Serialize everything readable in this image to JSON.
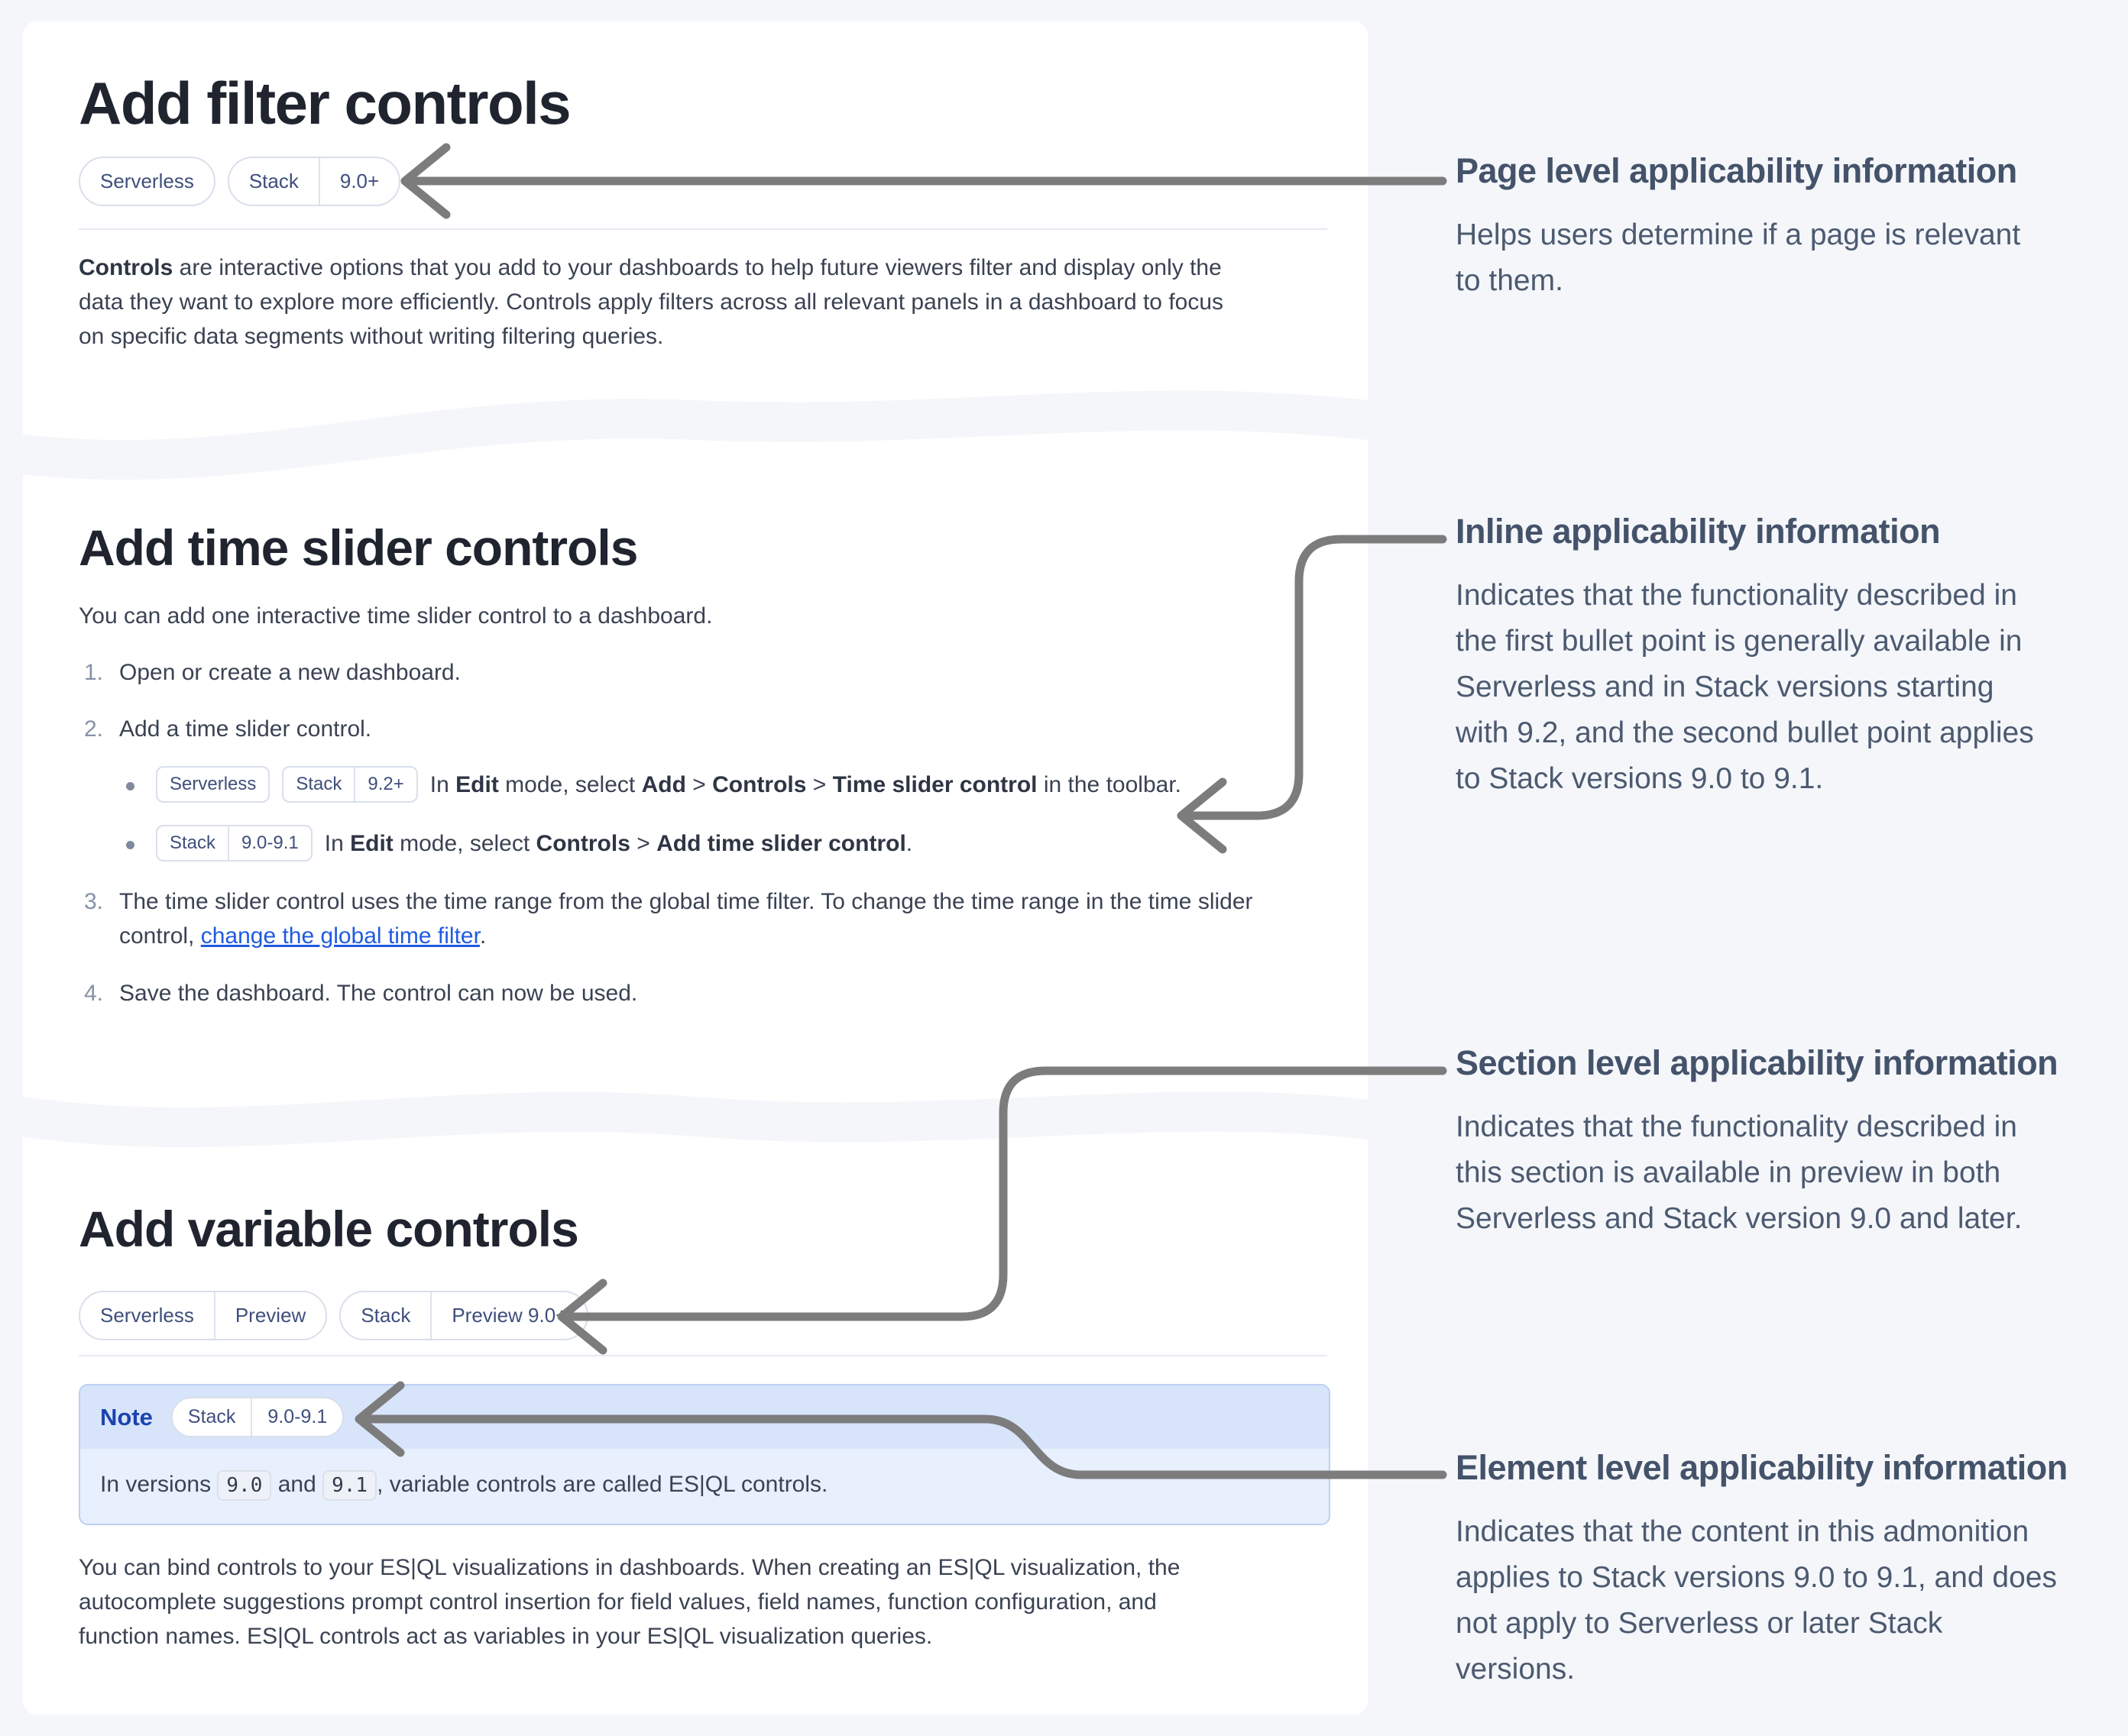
{
  "colors": {
    "page_bg": "#f4f6fa",
    "card_bg": "#ffffff",
    "heading": "#1f242f",
    "body_text": "#3a4253",
    "badge_text": "#3f4f7c",
    "badge_border": "#d9dfeb",
    "link": "#1f5be0",
    "note_border": "#bcd0f2",
    "note_header_bg": "#d7e4fa",
    "note_body_bg": "#e8effd",
    "note_title": "#1b43ae",
    "annotation_text": "#4c5a70",
    "arrow": "#7c7c7c"
  },
  "cards": {
    "filter": {
      "title": "Add filter controls",
      "badges": [
        {
          "badge": [
            "Serverless"
          ]
        },
        {
          "badge": [
            "Stack",
            "9.0+"
          ]
        }
      ],
      "paragraph": [
        [
          {
            "t": "Controls",
            "b": 1
          },
          {
            "t": " are interactive options that you add to your dashboards to help future viewers filter and display only the"
          }
        ],
        [
          {
            "t": "data they want to explore more efficiently. Controls apply filters across all relevant panels in a dashboard to focus"
          }
        ],
        [
          {
            "t": "on specific data segments without writing filtering queries."
          }
        ]
      ]
    },
    "time_slider": {
      "title": "Add time slider controls",
      "intro": "You can add one interactive time slider control to a dashboard.",
      "steps": [
        {
          "num": "1.",
          "text": "Open or create a new dashboard."
        },
        {
          "num": "2.",
          "text": "Add a time slider control."
        },
        {
          "num": "3.",
          "text": ""
        },
        {
          "num": "4.",
          "text": "Save the dashboard. The control can now be used."
        }
      ],
      "bullet1": [
        {
          "badge": [
            "Serverless"
          ]
        },
        {
          "badge": [
            "Stack",
            "9.2+"
          ]
        },
        {
          "t": "In "
        },
        {
          "t": "Edit",
          "b": 1
        },
        {
          "t": " mode, select "
        },
        {
          "t": "Add",
          "b": 1
        },
        {
          "t": " > "
        },
        {
          "t": "Controls",
          "b": 1
        },
        {
          "t": " > "
        },
        {
          "t": "Time slider control",
          "b": 1
        },
        {
          "t": " in the toolbar."
        }
      ],
      "bullet2": [
        {
          "badge": [
            "Stack",
            "9.0-9.1"
          ]
        },
        {
          "t": "In "
        },
        {
          "t": "Edit",
          "b": 1
        },
        {
          "t": " mode, select "
        },
        {
          "t": "Controls",
          "b": 1
        },
        {
          "t": " > "
        },
        {
          "t": "Add time slider control",
          "b": 1
        },
        {
          "t": "."
        }
      ],
      "step3_lines": [
        [
          {
            "t": "The time slider control uses the time range from the global time filter. To change the time range in the time slider"
          }
        ],
        [
          {
            "t": "control, "
          },
          {
            "t": "change the global time filter",
            "link": 1
          },
          {
            "t": "."
          }
        ]
      ]
    },
    "variable": {
      "title": "Add variable controls",
      "badges": [
        {
          "badge": [
            "Serverless",
            "Preview"
          ]
        },
        {
          "badge": [
            "Stack",
            "Preview 9.0+"
          ]
        }
      ],
      "note": {
        "label": "Note",
        "badges": [
          {
            "badge": [
              "Stack",
              "9.0-9.1"
            ]
          }
        ],
        "body": [
          {
            "t": "In versions "
          },
          {
            "t": "9.0",
            "code": 1
          },
          {
            "t": " and "
          },
          {
            "t": "9.1",
            "code": 1
          },
          {
            "t": ", variable controls are called ES|QL controls."
          }
        ]
      },
      "paragraph": [
        [
          {
            "t": "You can bind controls to your ES|QL visualizations in dashboards. When creating an ES|QL visualization, the"
          }
        ],
        [
          {
            "t": "autocomplete suggestions prompt control insertion for field values, field names, function configuration, and"
          }
        ],
        [
          {
            "t": "function names. ES|QL controls act as variables in your ES|QL visualization queries."
          }
        ]
      ]
    }
  },
  "annotations": {
    "page_level": {
      "heading": "Page level applicability information",
      "lines": [
        "Helps users determine if a page is relevant",
        "to them."
      ]
    },
    "inline": {
      "heading": "Inline applicability information",
      "lines": [
        "Indicates that the functionality described in",
        "the first bullet point is generally available in",
        "Serverless and in Stack versions starting",
        "with 9.2, and the second bullet point applies",
        "to Stack versions 9.0 to 9.1."
      ]
    },
    "section_level": {
      "heading": "Section level applicability information",
      "lines": [
        "Indicates that the functionality described in",
        "this section is available in preview in both",
        "Serverless and Stack version 9.0 and later."
      ]
    },
    "element_level": {
      "heading": "Element level applicability information",
      "lines": [
        "Indicates that the content in this admonition",
        "applies to Stack versions 9.0 to 9.1, and does",
        "not apply to Serverless or later Stack",
        "versions."
      ]
    }
  }
}
